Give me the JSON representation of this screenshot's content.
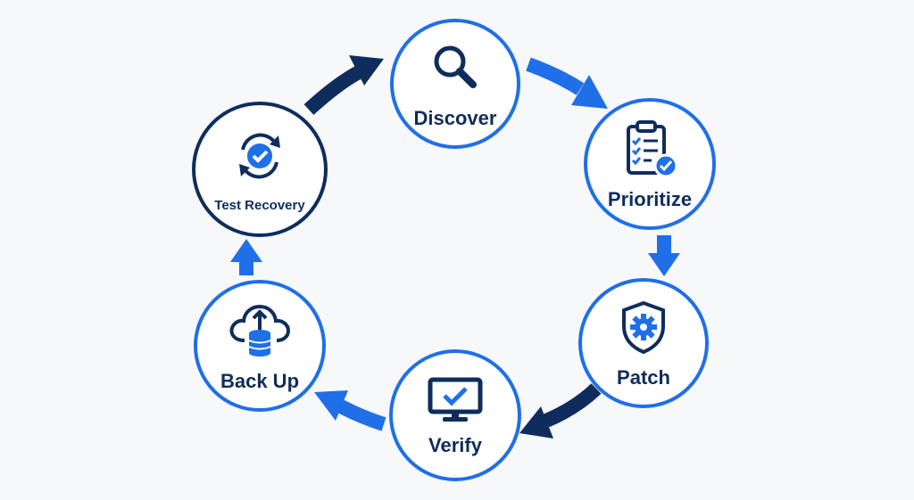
{
  "diagram": {
    "steps": [
      {
        "id": "discover",
        "label": "Discover",
        "icon": "magnifier-icon"
      },
      {
        "id": "prioritize",
        "label": "Prioritize",
        "icon": "clipboard-check-icon"
      },
      {
        "id": "patch",
        "label": "Patch",
        "icon": "shield-gear-icon"
      },
      {
        "id": "verify",
        "label": "Verify",
        "icon": "monitor-check-icon"
      },
      {
        "id": "backup",
        "label": "Back Up",
        "icon": "cloud-database-icon"
      },
      {
        "id": "testrecovery",
        "label": "Test Recovery",
        "icon": "refresh-check-icon"
      }
    ],
    "colors": {
      "accent": "#1f6fe8",
      "navy": "#0f2d5c",
      "background": "#f7f8fa"
    }
  }
}
